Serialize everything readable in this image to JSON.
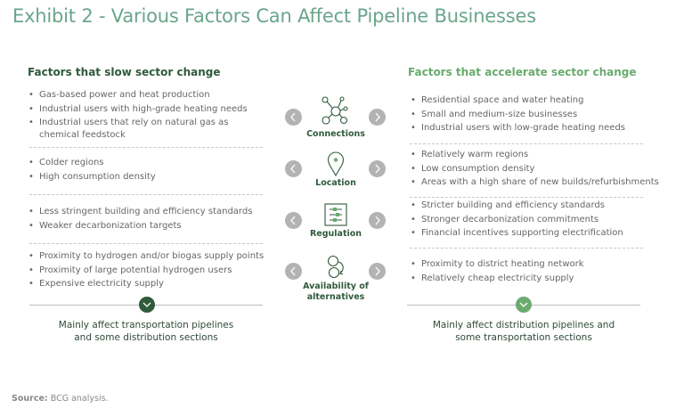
{
  "title": "Exhibit 2 - Various Factors Can Affect Pipeline Businesses",
  "colors": {
    "title": "#6aa58c",
    "dark_green": "#2f5a3b",
    "light_green": "#6aab6e",
    "arrow_gray": "#b3b3b3",
    "text_gray": "#666666"
  },
  "left": {
    "header": "Factors that slow sector change",
    "groups": [
      [
        "Gas-based power and heat production",
        "Industrial users with high-grade heating needs",
        "Industrial users that rely on natural gas as",
        "chemical feedstock"
      ],
      [
        "Colder regions",
        "High consumption density"
      ],
      [
        "Less stringent building and efficiency standards",
        "Weaker decarbonization targets"
      ],
      [
        "Proximity to hydrogen and/or biogas supply points",
        "Proximity of large potential hydrogen users",
        "Expensive electricity supply"
      ]
    ],
    "footer": [
      "Mainly affect transportation pipelines",
      "and some distribution sections"
    ]
  },
  "right": {
    "header": "Factors that accelerate sector change",
    "groups": [
      [
        "Residential space and water heating",
        "Small and medium-size businesses",
        "Industrial users with low-grade heating needs"
      ],
      [
        "Relatively warm regions",
        "Low consumption density",
        "Areas with a high share of new builds/refurbishments"
      ],
      [
        "Stricter building and efficiency standards",
        "Stronger decarbonization commitments",
        "Financial incentives supporting electrification"
      ],
      [
        "Proximity to district heating network",
        "Relatively cheap electricity supply"
      ]
    ],
    "footer": [
      "Mainly affect distribution pipelines and",
      "some transportation sections"
    ]
  },
  "factors": [
    {
      "label": "Connections",
      "icon": "network-icon"
    },
    {
      "label": "Location",
      "icon": "map-pin-icon"
    },
    {
      "label": "Regulation",
      "icon": "sliders-icon"
    },
    {
      "label": "Availability of",
      "label2": "alternatives",
      "icon": "alternatives-icon"
    }
  ],
  "source": {
    "label": "Source:",
    "text": " BCG analysis."
  }
}
